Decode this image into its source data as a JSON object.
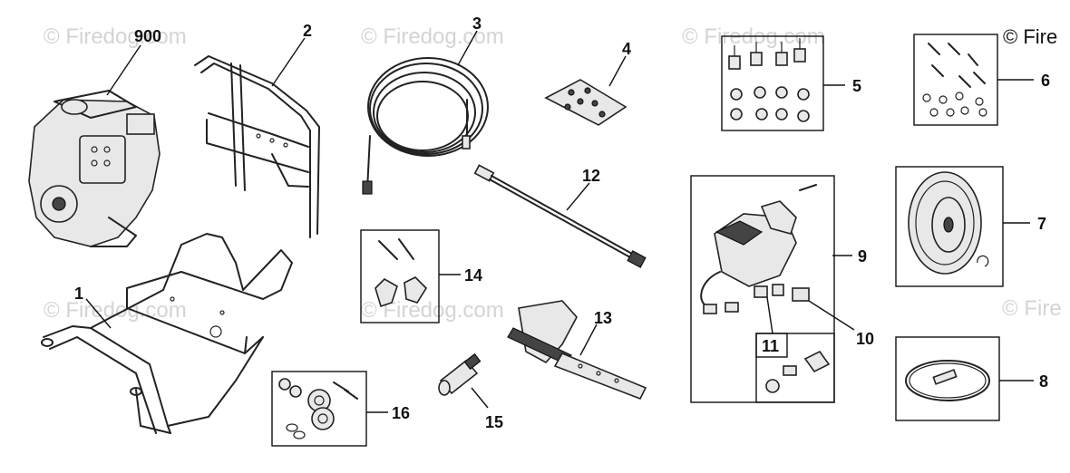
{
  "copyright": "© Fire",
  "watermarks": [
    "© Firedog.com",
    "© Firedog.com",
    "© Firedog.com",
    "© Firedog.com",
    "© Firedog.com",
    "© Fire"
  ],
  "callouts": {
    "p900": "900",
    "p1": "1",
    "p2": "2",
    "p3": "3",
    "p4": "4",
    "p5": "5",
    "p6": "6",
    "p7": "7",
    "p8": "8",
    "p9": "9",
    "p10": "10",
    "p11": "11",
    "p12": "12",
    "p13": "13",
    "p14": "14",
    "p15": "15",
    "p16": "16"
  },
  "icons": {
    "engine": "engine-icon",
    "frame": "frame-icon",
    "handle": "handle-icon",
    "hose": "hose-icon",
    "bolt-pack": "bolt-pack-icon",
    "isolators": "isolators-icon",
    "bolts": "bolts-icon",
    "wheel": "wheel-icon",
    "belt": "belt-icon",
    "pump": "pump-icon",
    "wand": "wand-icon",
    "gun": "spray-gun-icon",
    "knobs": "knobs-icon",
    "nozzle": "nozzle-icon",
    "axle": "axle-kit-icon"
  }
}
